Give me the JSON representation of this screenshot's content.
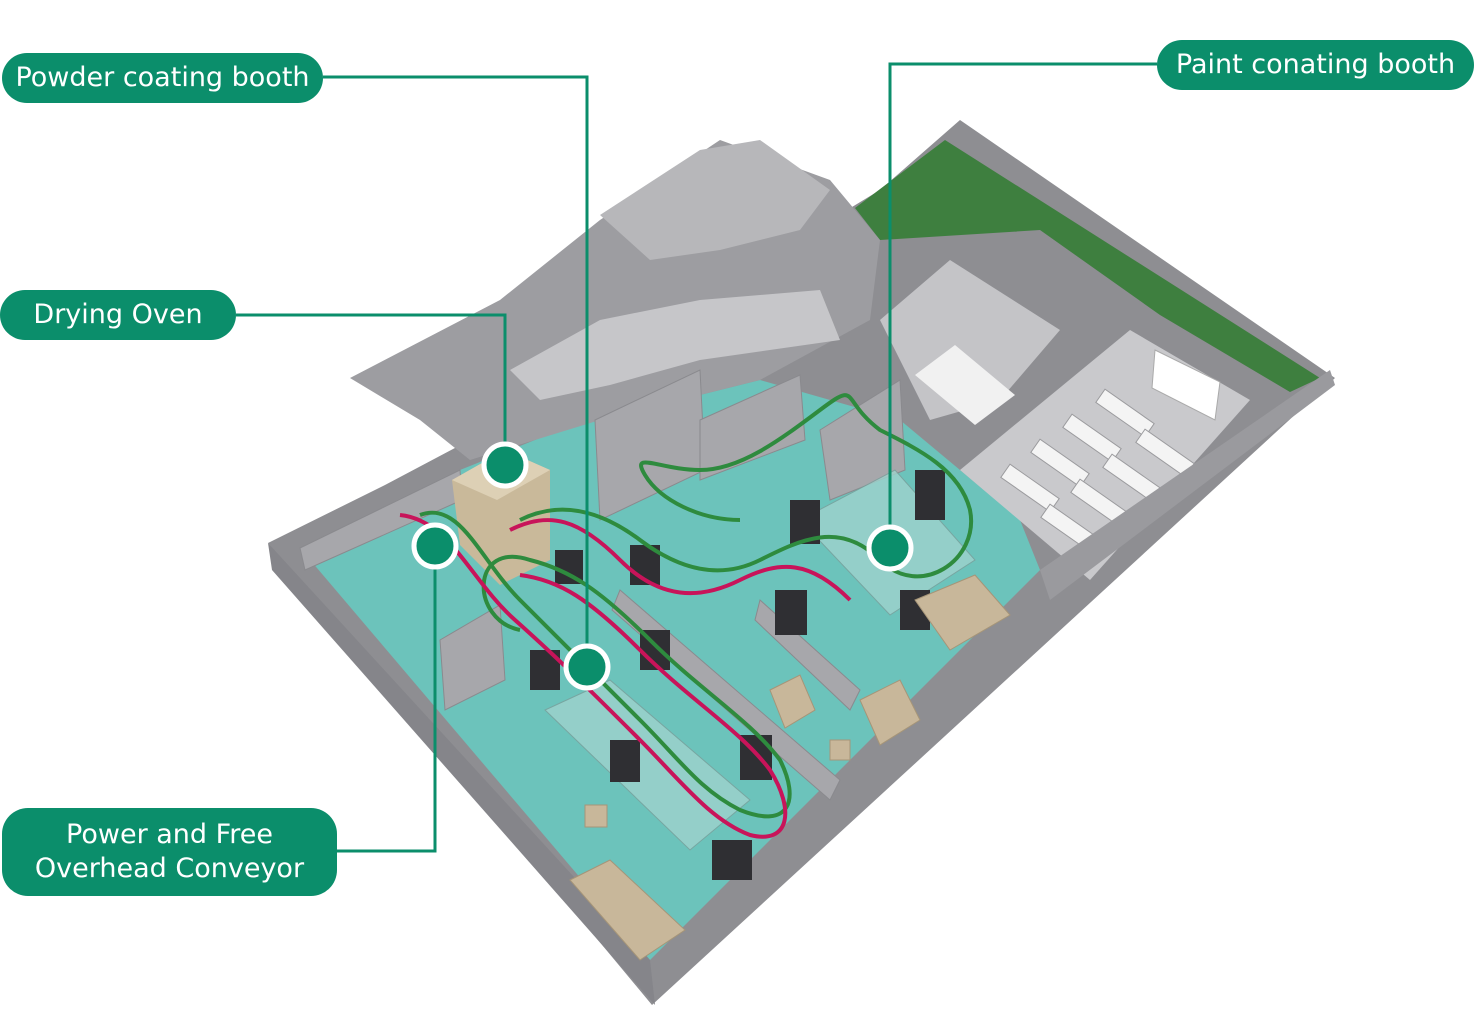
{
  "labels": {
    "powder_coating_booth": "Powder coating booth",
    "drying_oven": "Drying Oven",
    "paint_coating_booth": "Paint conating booth",
    "conveyor_line1": "Power and Free",
    "conveyor_line2": "Overhead Conveyor"
  },
  "colors": {
    "callout_green": "#0b8e6b",
    "floor_teal": "#6cc3bb",
    "wall_gray": "#a3a3a6",
    "lawn_green": "#3e7f3f",
    "conveyor_red": "#c8145a",
    "conveyor_green": "#2e8b3e"
  }
}
